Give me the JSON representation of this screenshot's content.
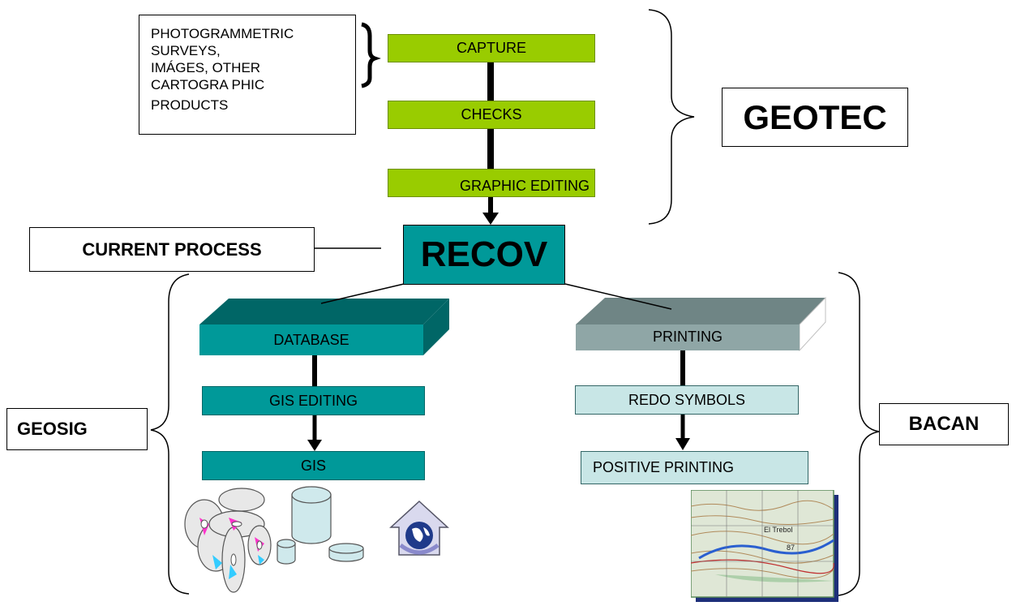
{
  "sources": {
    "lines": [
      "PHOTOGRAMMETRIC",
      "SURVEYS,",
      "IMÁGES, OTHER",
      "CARTOGRA PHIC",
      "PRODUCTS"
    ]
  },
  "steps": {
    "capture": "CAPTURE",
    "checks": "CHECKS",
    "graphic_editing": "GRAPHIC EDITING"
  },
  "labels": {
    "geotec": "GEOTEC",
    "current_process": "CURRENT PROCESS",
    "recov": "RECOV",
    "geosig": "GEOSIG",
    "bacan": "BACAN"
  },
  "left_branch": {
    "database": "DATABASE",
    "gis_editing": "GIS EDITING",
    "gis": "GIS"
  },
  "right_branch": {
    "printing": "PRINTING",
    "redo_symbols": "REDO  SYMBOLS",
    "positive_printing": "POSITIVE PRINTING"
  },
  "map_labels": [
    "El Trebol",
    "87"
  ],
  "colors": {
    "green_box": "#99cc00",
    "teal": "#009999",
    "dark_teal": "#006666",
    "pale_teal": "#c8e6e6",
    "gray_slab": "#8fa6a6"
  }
}
